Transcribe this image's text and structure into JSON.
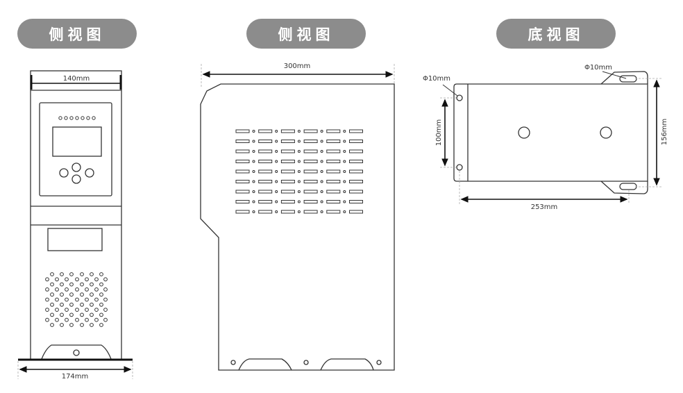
{
  "views": [
    {
      "title": "侧视图",
      "dims": {
        "top_width": "140mm",
        "base_width": "174mm"
      }
    },
    {
      "title": "侧视图",
      "dims": {
        "depth": "300mm"
      }
    },
    {
      "title": "底视图",
      "dims": {
        "hole_left": "Φ10mm",
        "hole_right": "Φ10mm",
        "hole_spacing": "100mm",
        "height": "156mm",
        "length": "253mm"
      }
    }
  ],
  "line_color": "#333333",
  "pill_color": "#8c8c8c"
}
